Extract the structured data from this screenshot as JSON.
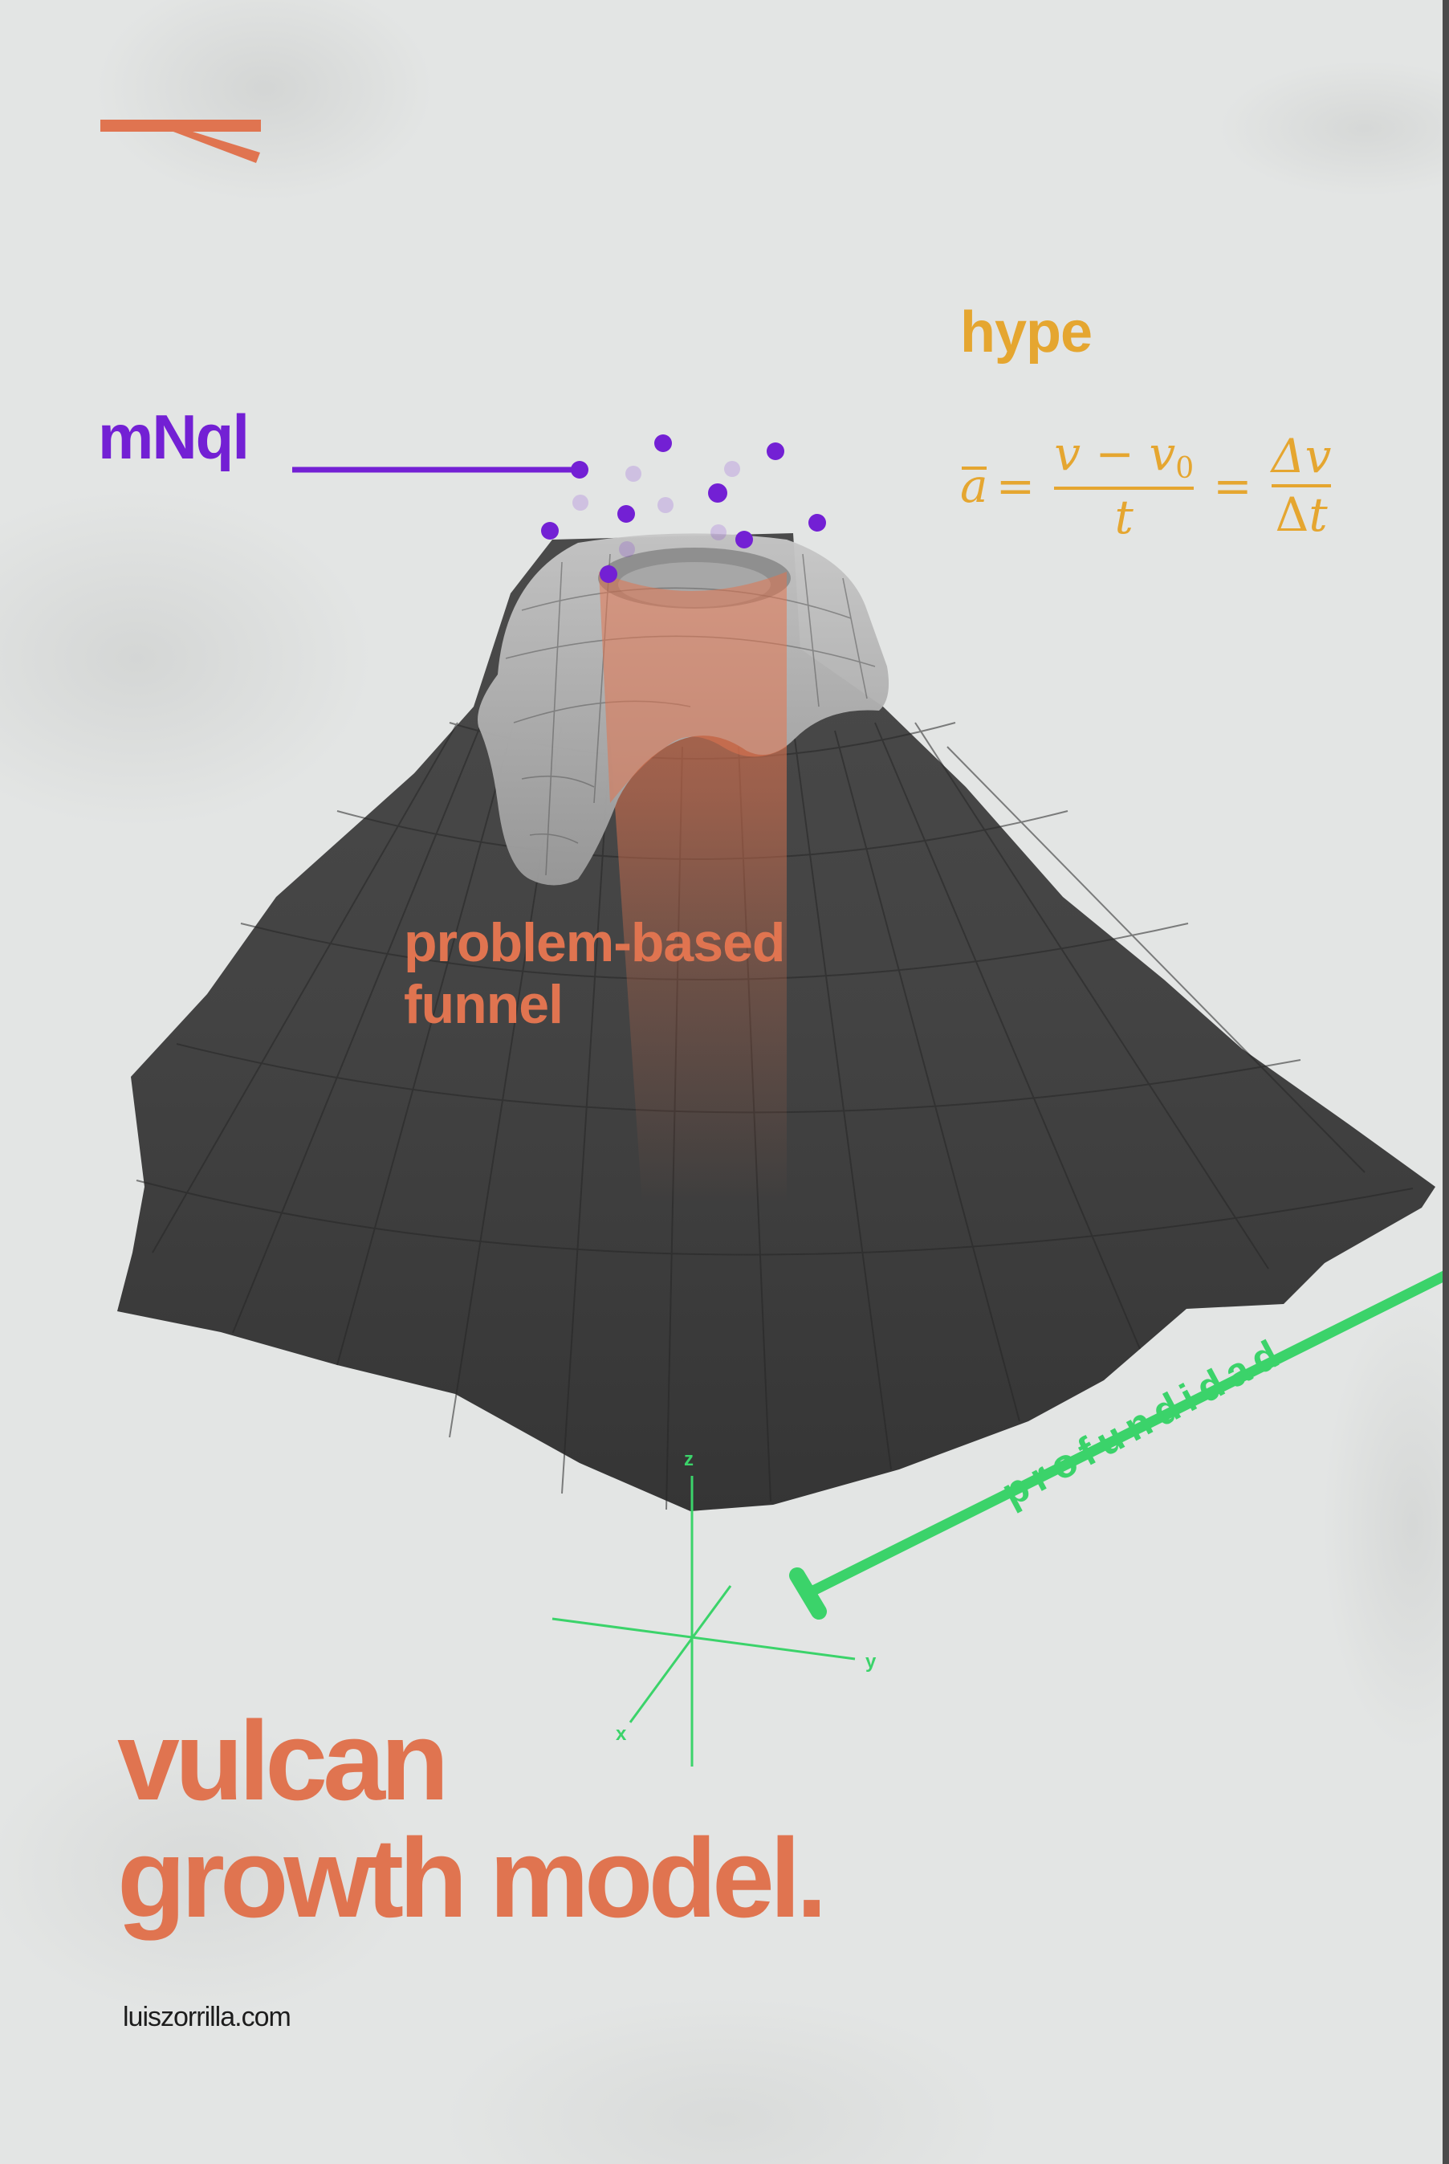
{
  "poster": {
    "title_line1": "vulcan",
    "title_line2": "growth model.",
    "website": "luiszorrilla.com",
    "colors": {
      "background": "#e3e5e4",
      "orange": "#e07450",
      "purple": "#7320d4",
      "gold": "#e5a630",
      "green": "#3bd36a",
      "volcano_dark": "#3e3e3e",
      "crater_light": "#b4b4b4",
      "edge": "#4b4b4b"
    }
  },
  "labels": {
    "mnql": "mNql",
    "hype": "hype",
    "funnel_line1": "problem-based",
    "funnel_line2": "funnel",
    "depth": "profundidad"
  },
  "formula": {
    "lhs": "a",
    "eq1": "=",
    "frac1_num_a": "v − v",
    "frac1_num_sub": "0",
    "frac1_den": "t",
    "eq2": "=",
    "frac2_num": "Δv",
    "frac2_den_delta": "Δ",
    "frac2_den_var": "t"
  },
  "axes": {
    "x": "x",
    "y": "y",
    "z": "z"
  },
  "icons": {
    "logo": "angle-bracket-logo",
    "axes": "3d-axes-icon",
    "depth_marker": "t-bar-measure-icon"
  }
}
